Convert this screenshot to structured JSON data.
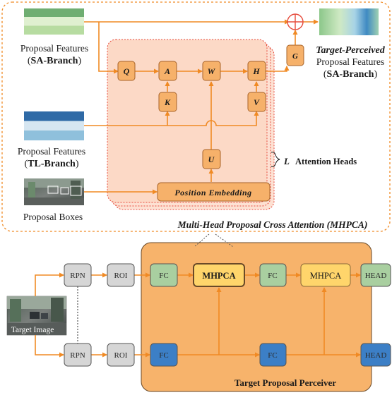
{
  "top": {
    "sa_input": {
      "line1": "Proposal Features",
      "line2": "SA-Branch"
    },
    "tl_input": {
      "line1": "Proposal Features",
      "line2": "TL-Branch"
    },
    "boxes_input": "Proposal Boxes",
    "output": {
      "title": "Target-Perceived",
      "line1": "Proposal Features",
      "line2": "SA-Branch"
    },
    "nodes": {
      "q": "Q",
      "a": "A",
      "w": "W",
      "h": "H",
      "k": "K",
      "v": "V",
      "u": "U",
      "g": "G"
    },
    "position_embedding": "Position Embedding",
    "heads_label": {
      "symbol": "L",
      "text": "Attention Heads"
    },
    "caption": "Multi-Head Proposal Cross Attention (MHPCA)"
  },
  "bottom": {
    "target_image": "Target Image",
    "rpn": "RPN",
    "roi": "ROI",
    "fc": "FC",
    "mhpca": "MHPCA",
    "head": "HEAD",
    "perceiver_label": "Target Proposal Perceiver"
  },
  "colors": {
    "orange_accent": "#f08a24",
    "perceiver_bg": "#f7b36b",
    "node_fill": "#f6b16a",
    "green_fc": "#a9cfa0",
    "blue_fc": "#3c7fc6",
    "gray_box": "#d6d6d6",
    "mhpca_yellow": "#ffd56b"
  }
}
